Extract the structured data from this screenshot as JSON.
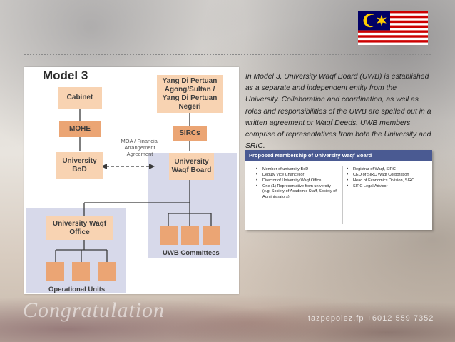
{
  "diagram": {
    "title": "Model 3",
    "boxes": {
      "yang": "Yang Di Pertuan\nAgong/Sultan /\nYang Di Pertuan\nNegeri",
      "cabinet": "Cabinet",
      "mohe": "MOHE",
      "sircs": "SIRCs",
      "bod": "University\nBoD",
      "uwb": "University\nWaqf Board",
      "office": "University Waqf\nOffice"
    },
    "moa_label": "MOA / Financial\nArrangement\nAgreement",
    "uwb_committees_label": "UWB Committees",
    "operational_units_label": "Operational Units",
    "colors": {
      "box_light": "#f8d3b2",
      "box_dark": "#eba574",
      "panel": "#d7d9ea"
    }
  },
  "description": "In Model 3, University Waqf Board (UWB) is established as a separate and independent entity from the University. Collaboration and coordination, as well as roles and responsibilities of the UWB are spelled out in a written agreement or Waqf Deeds. UWB members comprise of representatives from both the University and SRIC.",
  "membership": {
    "header": "Proposed Membership of  University Waqf Board",
    "left": [
      "Member of university BoD",
      "Deputy Vice Chancellor",
      "Director of University Waqf Office",
      "One (1) Representative from university (e.g. Society of Academic Staff, Society of Administrators)"
    ],
    "right": [
      "Registrar of Waqf, SIRC",
      "CEO of SIRC Waqf Corporation",
      "Head of Economics Division, SIRC",
      "SIRC Legal Advisor"
    ],
    "header_color": "#4a5a92"
  },
  "background": {
    "watermark_left": "Congratulation",
    "watermark_right": "tazpepolez.fp  +6012 559 7352"
  },
  "flag": {
    "name": "malaysia-flag"
  }
}
